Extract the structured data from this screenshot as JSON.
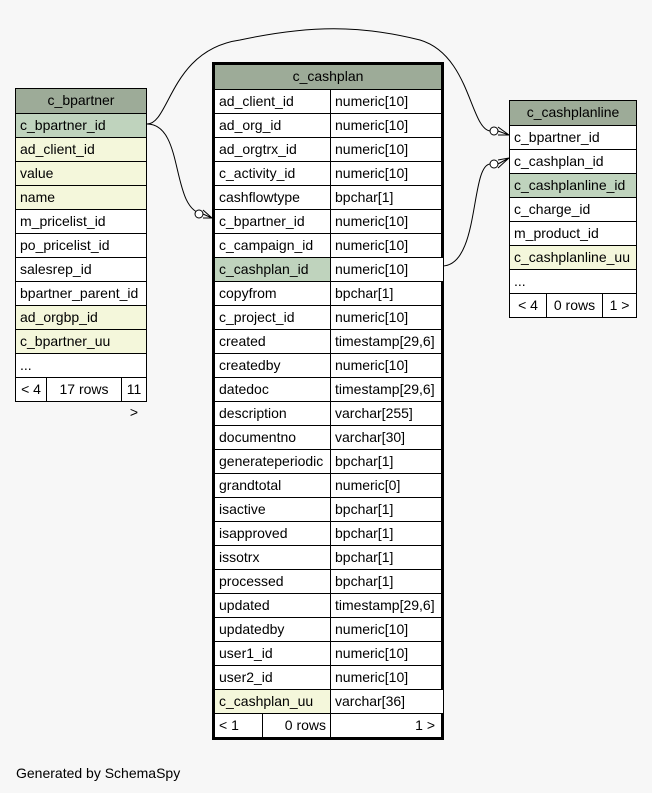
{
  "tables": {
    "c_bpartner": {
      "title": "c_bpartner",
      "columns": [
        {
          "name": "c_bpartner_id",
          "kind": "pk"
        },
        {
          "name": "ad_client_id",
          "kind": "idx"
        },
        {
          "name": "value",
          "kind": "idx"
        },
        {
          "name": "name",
          "kind": "idx"
        },
        {
          "name": "m_pricelist_id",
          "kind": "plain"
        },
        {
          "name": "po_pricelist_id",
          "kind": "plain"
        },
        {
          "name": "salesrep_id",
          "kind": "plain"
        },
        {
          "name": "bpartner_parent_id",
          "kind": "plain"
        },
        {
          "name": "ad_orgbp_id",
          "kind": "idx"
        },
        {
          "name": "c_bpartner_uu",
          "kind": "idx"
        },
        {
          "name": "...",
          "kind": "plain"
        }
      ],
      "footer": {
        "left": "< 4",
        "mid": "17 rows",
        "right": "11 >"
      }
    },
    "c_cashplan": {
      "title": "c_cashplan",
      "columns": [
        {
          "name": "ad_client_id",
          "type": "numeric[10]",
          "kind": "plain"
        },
        {
          "name": "ad_org_id",
          "type": "numeric[10]",
          "kind": "plain"
        },
        {
          "name": "ad_orgtrx_id",
          "type": "numeric[10]",
          "kind": "plain"
        },
        {
          "name": "c_activity_id",
          "type": "numeric[10]",
          "kind": "plain"
        },
        {
          "name": "cashflowtype",
          "type": "bpchar[1]",
          "kind": "plain"
        },
        {
          "name": "c_bpartner_id",
          "type": "numeric[10]",
          "kind": "plain"
        },
        {
          "name": "c_campaign_id",
          "type": "numeric[10]",
          "kind": "plain"
        },
        {
          "name": "c_cashplan_id",
          "type": "numeric[10]",
          "kind": "pk"
        },
        {
          "name": "copyfrom",
          "type": "bpchar[1]",
          "kind": "plain"
        },
        {
          "name": "c_project_id",
          "type": "numeric[10]",
          "kind": "plain"
        },
        {
          "name": "created",
          "type": "timestamp[29,6]",
          "kind": "plain"
        },
        {
          "name": "createdby",
          "type": "numeric[10]",
          "kind": "plain"
        },
        {
          "name": "datedoc",
          "type": "timestamp[29,6]",
          "kind": "plain"
        },
        {
          "name": "description",
          "type": "varchar[255]",
          "kind": "plain"
        },
        {
          "name": "documentno",
          "type": "varchar[30]",
          "kind": "plain"
        },
        {
          "name": "generateperiodic",
          "type": "bpchar[1]",
          "kind": "plain"
        },
        {
          "name": "grandtotal",
          "type": "numeric[0]",
          "kind": "plain"
        },
        {
          "name": "isactive",
          "type": "bpchar[1]",
          "kind": "plain"
        },
        {
          "name": "isapproved",
          "type": "bpchar[1]",
          "kind": "plain"
        },
        {
          "name": "issotrx",
          "type": "bpchar[1]",
          "kind": "plain"
        },
        {
          "name": "processed",
          "type": "bpchar[1]",
          "kind": "plain"
        },
        {
          "name": "updated",
          "type": "timestamp[29,6]",
          "kind": "plain"
        },
        {
          "name": "updatedby",
          "type": "numeric[10]",
          "kind": "plain"
        },
        {
          "name": "user1_id",
          "type": "numeric[10]",
          "kind": "plain"
        },
        {
          "name": "user2_id",
          "type": "numeric[10]",
          "kind": "plain"
        },
        {
          "name": "c_cashplan_uu",
          "type": "varchar[36]",
          "kind": "idx"
        }
      ],
      "footer": {
        "left": "< 1",
        "mid": "0 rows",
        "right": "1 >"
      }
    },
    "c_cashplanline": {
      "title": "c_cashplanline",
      "columns": [
        {
          "name": "c_bpartner_id",
          "kind": "plain"
        },
        {
          "name": "c_cashplan_id",
          "kind": "plain"
        },
        {
          "name": "c_cashplanline_id",
          "kind": "pk"
        },
        {
          "name": "c_charge_id",
          "kind": "plain"
        },
        {
          "name": "m_product_id",
          "kind": "plain"
        },
        {
          "name": "c_cashplanline_uu",
          "kind": "idx"
        },
        {
          "name": "...",
          "kind": "plain"
        }
      ],
      "footer": {
        "left": "< 4",
        "mid": "0 rows",
        "right": "1 >"
      }
    }
  },
  "colors": {
    "title_bg": "#9dab98",
    "pk_bg": "#bfd3bd",
    "index_bg": "#f4f7db",
    "background": "#f7f7f7"
  },
  "footer_text": "Generated by SchemaSpy"
}
